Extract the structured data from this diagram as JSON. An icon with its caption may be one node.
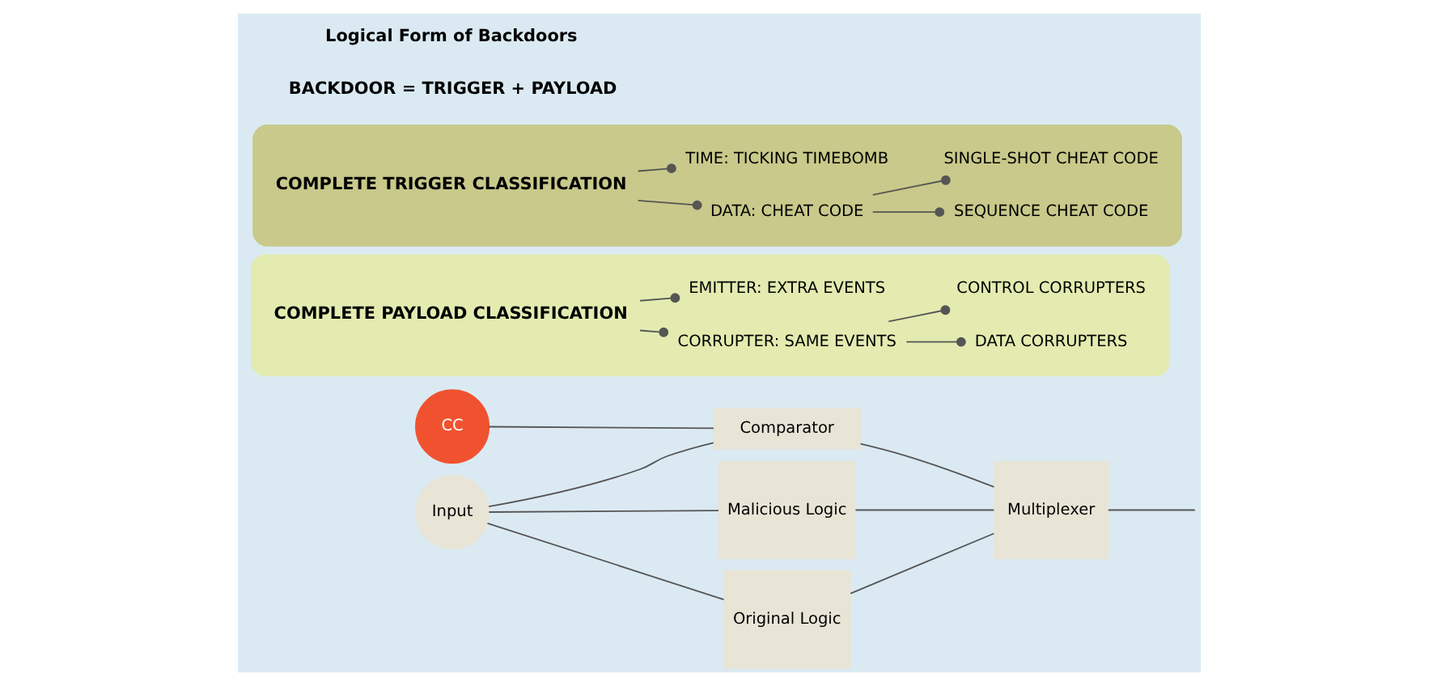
{
  "diagram": {
    "nodes": [
      {
        "text": [],
        "shape": "box"
      },
      {
        "text": [
          "COMPLETE TRIGGER CLASSIFICATION"
        ],
        "in": 0
      },
      {
        "text": [
          "TIME: TICKING TIMEBOMB"
        ],
        "in": 0
      },
      {
        "text": [
          "DATA: CHEAT CODE"
        ],
        "in": 0
      },
      {
        "text": [
          "SINGLE-SHOT CHEAT CODE"
        ],
        "in": 0
      },
      {
        "text": [
          "SEQUENCE CHEAT CODE"
        ],
        "in": 0
      },
      {
        "text": [],
        "shape": "box"
      },
      {
        "text": [
          "COMPLETE PAYLOAD CLASSIFICATION"
        ],
        "in": 6
      },
      {
        "text": [
          "EMITTER: EXTRA EVENTS"
        ],
        "in": 6
      },
      {
        "text": [
          "CORRUPTER: SAME EVENTS"
        ],
        "in": 6
      },
      {
        "text": [
          "CONTROL CORRUPTERS"
        ],
        "in": 6
      },
      {
        "text": [
          "DATA CORRUPTERS"
        ],
        "in": 6
      },
      {
        "text": [
          "Input"
        ]
      },
      {
        "text": [
          "Original Logic"
        ]
      },
      {
        "text": [
          "Malicious Logic"
        ]
      },
      {
        "text": [
          "Multiplexer"
        ]
      },
      {
        "text": [
          "CC"
        ]
      },
      {
        "text": [
          "Comparator"
        ]
      }
    ],
    "edges": [
      {
        "from": 1,
        "to": 2,
        "arrow": "other"
      },
      {
        "from": 1,
        "to": 3,
        "arrow": "other"
      },
      {
        "from": 3,
        "to": 4,
        "arrow": "other"
      },
      {
        "from": 3,
        "to": 5,
        "arrow": "other"
      },
      {
        "from": 7,
        "to": 8,
        "arrow": "other"
      },
      {
        "from": 7,
        "to": 9,
        "arrow": "other"
      },
      {
        "from": 9,
        "to": 10,
        "arrow": "other"
      },
      {
        "from": 9,
        "to": 11,
        "arrow": "other"
      },
      {
        "from": 12,
        "to": 13,
        "arrow": "none"
      },
      {
        "from": 12,
        "to": 14,
        "arrow": "none"
      },
      {
        "from": 12,
        "to": 17,
        "arrow": "none"
      },
      {
        "from": 13,
        "to": 15,
        "arrow": "none"
      },
      {
        "from": 14,
        "to": 15,
        "arrow": "none"
      },
      {
        "from": 17,
        "to": 15,
        "arrow": "none"
      },
      {
        "from": 16,
        "to": 17,
        "arrow": "none"
      },
      {
        "from": 15,
        "to": null,
        "arrow": "none"
      }
    ],
    "labels": [
      "BACKDOOR = TRIGGER + PAYLOAD",
      "Logical Form of Backdoors"
    ]
  }
}
